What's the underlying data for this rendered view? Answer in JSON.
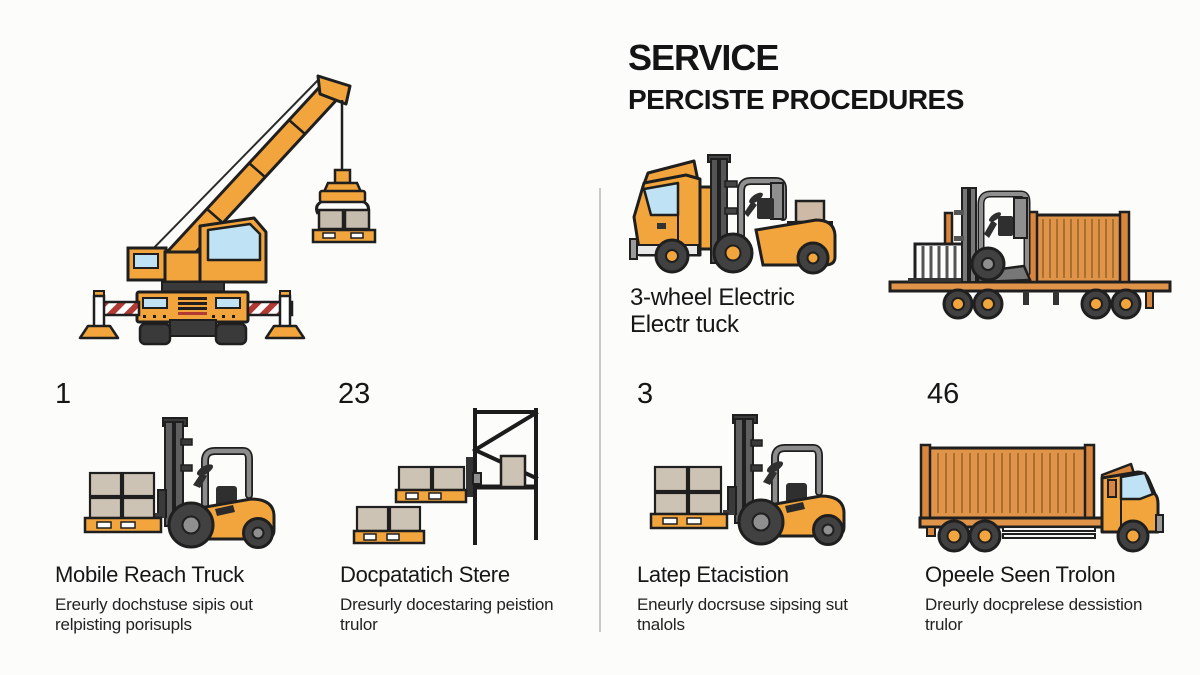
{
  "header": {
    "title": "SERVICE",
    "subtitle": "PERCISTE PROCEDURES"
  },
  "hero": {
    "label_line1": "3-wheel Electric",
    "label_line2": "Electr tuck"
  },
  "items": [
    {
      "number": "1",
      "title": "Mobile Reach Truck",
      "desc_line1": "Ereurly dochstuse sipis out",
      "desc_line2": "relpisting porisupls",
      "icon": "forklift-pallet-icon"
    },
    {
      "number": "23",
      "title": "Docpatatich Stere",
      "desc_line1": "Dresurly docestaring peistion",
      "desc_line2": "trulor",
      "icon": "pallet-rack-icon"
    },
    {
      "number": "3",
      "title": "Latep Etacistion",
      "desc_line1": "Eneurly docrsuse sipsing sut",
      "desc_line2": "tnalols",
      "icon": "forklift-pallet-icon"
    },
    {
      "number": "46",
      "title": "Opeele Seen Trolon",
      "desc_line1": "Dreurly docprelese dessistion",
      "desc_line2": "trulor",
      "icon": "container-truck-icon"
    }
  ],
  "icons": {
    "hero_left": "mobile-crane-icon",
    "hero_middle": "three-wheel-electric-forklift-icon",
    "hero_right": "container-trailer-forklift-icon"
  },
  "colors": {
    "background": "#fcfcfa",
    "accent_orange": "#f2a53d",
    "container_orange": "#e0944a",
    "dark_orange": "#d8863d",
    "outline": "#1f1f1f",
    "box_tan": "#cdc3b4",
    "window_blue": "#bfe2f4",
    "wheel_dark": "#414141",
    "stripe_red": "#b23a35",
    "divider_grey": "#c9c9c9"
  }
}
